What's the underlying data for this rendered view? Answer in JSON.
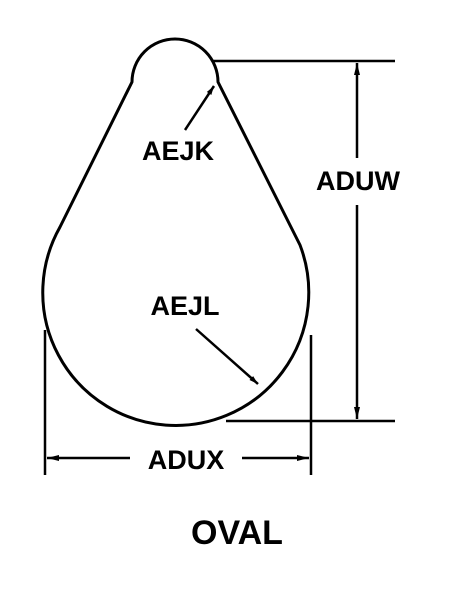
{
  "labels": {
    "tip_radius": "AEJK",
    "base_radius": "AEJL",
    "height": "ADUW",
    "width": "ADUX",
    "caption": "OVAL"
  },
  "colors": {
    "stroke": "#000000",
    "background": "#ffffff"
  }
}
